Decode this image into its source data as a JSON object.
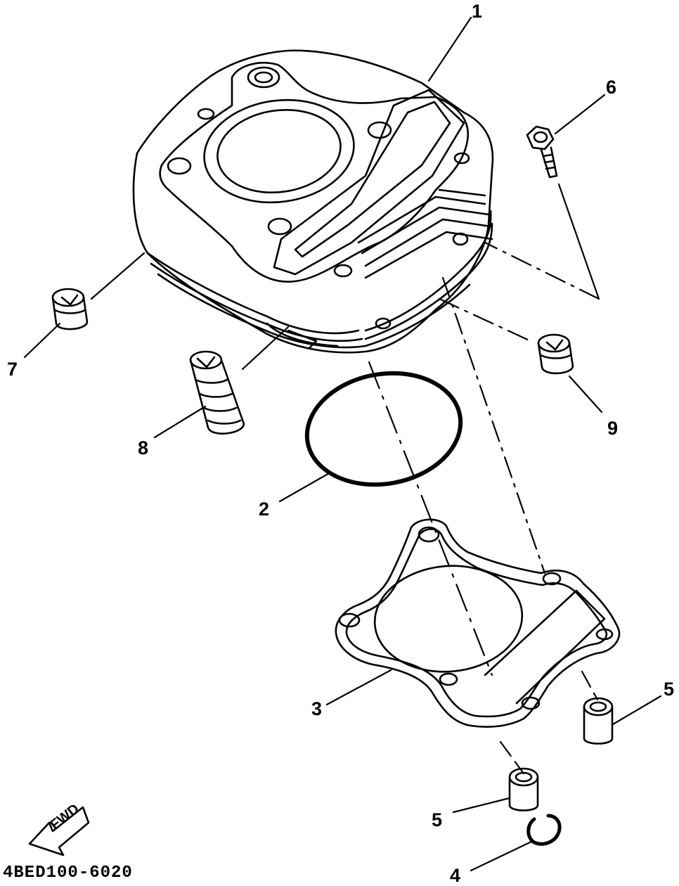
{
  "callouts": {
    "c1": "1",
    "c2": "2",
    "c3": "3",
    "c4": "4",
    "c5a": "5",
    "c5b": "5",
    "c6": "6",
    "c7": "7",
    "c8": "8",
    "c9": "9"
  },
  "fwd_label": "FWD",
  "drawing_code": "4BED100-6020",
  "colors": {
    "ink": "#000000",
    "paper": "#ffffff"
  }
}
